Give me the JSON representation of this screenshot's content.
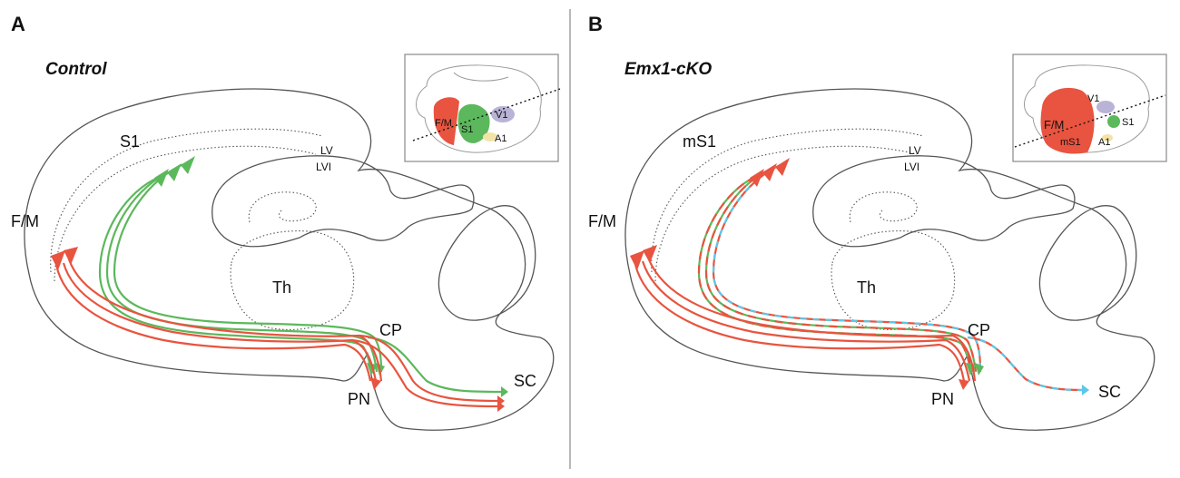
{
  "panel_a": {
    "letter": "A",
    "condition": "Control",
    "labels": {
      "s1": "S1",
      "fm": "F/M",
      "lv": "LV",
      "lvi": "LVI",
      "th": "Th",
      "cp": "CP",
      "pn": "PN",
      "sc": "SC"
    },
    "inset": {
      "fm": "F/M",
      "s1": "S1",
      "v1": "V1",
      "a1": "A1"
    }
  },
  "panel_b": {
    "letter": "B",
    "condition": "Emx1-cKO",
    "labels": {
      "s1": "mS1",
      "fm": "F/M",
      "lv": "LV",
      "lvi": "LVI",
      "th": "Th",
      "cp": "CP",
      "pn": "PN",
      "sc": "SC"
    },
    "inset": {
      "fm": "F/M",
      "s1": "mS1",
      "s1_small": "S1",
      "v1": "V1",
      "a1": "A1"
    }
  },
  "colors": {
    "green_projection": "#5cb85c",
    "red_projection": "#e8543f",
    "cyan_projection": "#5bc8e8",
    "v1_area": "#b9b3d6",
    "a1_area": "#f3e3a6"
  }
}
